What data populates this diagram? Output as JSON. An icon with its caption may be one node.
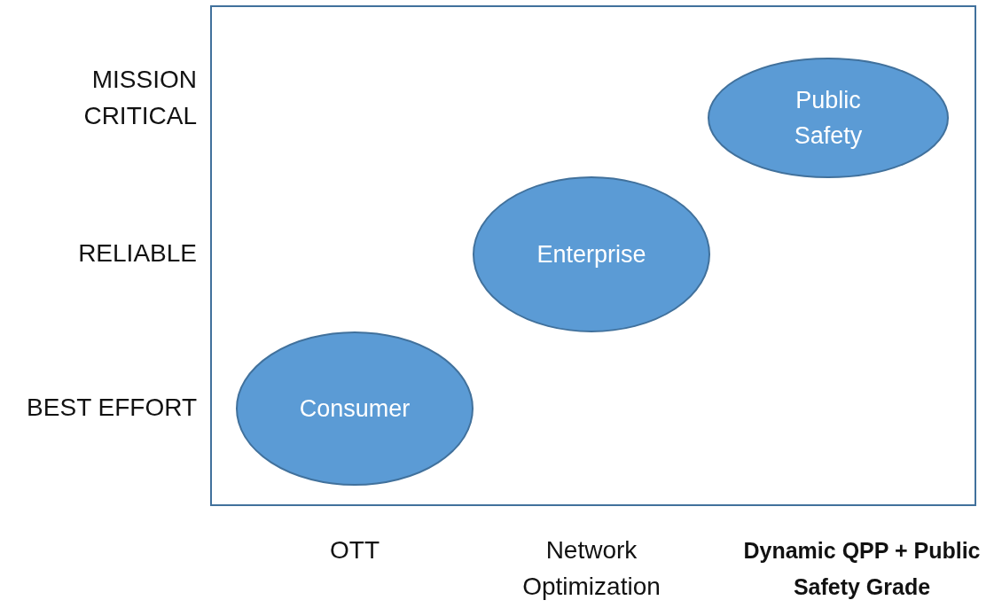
{
  "diagram": {
    "nodes": [
      {
        "text": [
          "Public Safety"
        ]
      },
      {
        "text": [
          "Enterprise"
        ]
      },
      {
        "text": [
          "Consumer"
        ]
      }
    ],
    "labels": [
      "MISSION CRITICAL",
      "RELIABLE",
      "BEST EFFORT",
      "OTT",
      "Network Optimization",
      "Dynamic QPP + Public Safety Grade"
    ]
  }
}
